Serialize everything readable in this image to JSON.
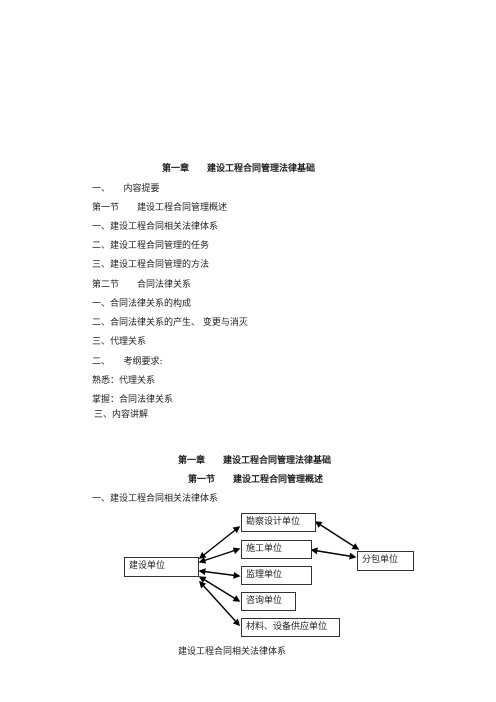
{
  "doc": {
    "chapter_title": "第一章　　建设工程合同管理法律基础",
    "summary_heading": "一、　　内容提要",
    "outline": [
      "第一节　　建设工程合同管理概述",
      "一、建设工程合同相关法律体系",
      "二、建设工程合同管理的任务",
      "三、建设工程合同管理的方法",
      "第二节　　合同法律关系",
      "一、合同法律关系的构成",
      "二、合同法律关系的产生、 变更与消灭",
      "三、代理关系"
    ],
    "requirements_heading": "二、　　考纲要求:",
    "familiar": "熟悉：代理关系",
    "master": "掌握：合同法律关系",
    "explain_heading": "三、内容讲解",
    "chapter_title_2": "第一章　　建设工程合同管理法律基础",
    "section_title": "第一节　　建设工程合同管理概述",
    "subsection": "一、建设工程合同相关法律体系"
  },
  "diagram": {
    "center": "建设单位",
    "parties": [
      "勘察设计单位",
      "施工单位",
      "监理单位",
      "咨询单位",
      "材料、设备供应单位"
    ],
    "sub": "分包单位",
    "caption": "建设工程合同相关法律体系"
  }
}
